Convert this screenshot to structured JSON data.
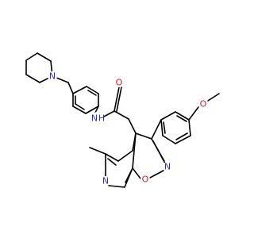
{
  "molecule": {
    "atoms": [
      {
        "id": "N_pip",
        "symbol": "N",
        "color": "#2b2bd9"
      },
      {
        "id": "N_amide",
        "symbol": "N",
        "color": "#2b2bd9"
      },
      {
        "id": "H_amide",
        "symbol": "H",
        "color": "#2b2bd9"
      },
      {
        "id": "O_amide",
        "symbol": "O",
        "color": "#e01a1a"
      },
      {
        "id": "O_methoxy",
        "symbol": "O",
        "color": "#e01a1a"
      },
      {
        "id": "N_isox",
        "symbol": "N",
        "color": "#2b2bd9"
      },
      {
        "id": "O_isox",
        "symbol": "O",
        "color": "#e01a1a"
      },
      {
        "id": "N_pyr",
        "symbol": "N",
        "color": "#2b2bd9"
      }
    ]
  },
  "colors": {
    "bond": "#000000",
    "nitrogen": "#2b2bd9",
    "oxygen": "#e01a1a",
    "background": "#ffffff"
  }
}
